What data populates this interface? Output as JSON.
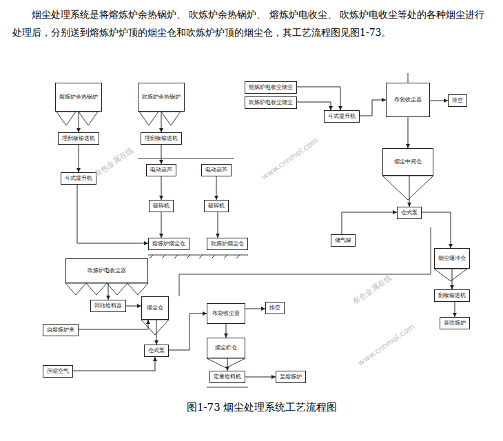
{
  "diagram": {
    "caption": "图1-73 烟尘处理系统工艺流程图",
    "nodes": [
      {
        "text": [
          "熔炼炉余热锅炉"
        ]
      },
      {
        "text": [
          "吹炼炉余热锅炉"
        ]
      },
      {
        "text": [
          "熔炼炉电收尘烟尘"
        ]
      },
      {
        "text": [
          "吹炼炉电收尘烟尘"
        ]
      },
      {
        "text": [
          "布袋收尘器"
        ]
      },
      {
        "text": [
          "排空"
        ]
      },
      {
        "text": [
          "斗式提升机"
        ]
      },
      {
        "text": [
          "埋刮板输送机"
        ]
      },
      {
        "text": [
          "埋刮板输送机"
        ]
      },
      {
        "text": [
          "烟尘中间仓"
        ]
      },
      {
        "text": [
          "电动葫芦"
        ]
      },
      {
        "text": [
          "电动葫芦"
        ]
      },
      {
        "text": [
          "斗式提升机"
        ]
      },
      {
        "text": [
          "破碎机"
        ]
      },
      {
        "text": [
          "破碎机"
        ]
      },
      {
        "text": [
          "仓式泵"
        ]
      },
      {
        "text": [
          "熔炼炉烟尘仓"
        ]
      },
      {
        "text": [
          "吹炼炉烟尘仓"
        ]
      },
      {
        "text": [
          "储气罐"
        ]
      },
      {
        "text": [
          "烟尘缓冲仓"
        ]
      },
      {
        "text": [
          "吹炼炉电收尘器"
        ]
      },
      {
        "text": [
          "刮板输送机"
        ]
      },
      {
        "text": [
          "烟尘仓"
        ]
      },
      {
        "text": [
          "回转给料器"
        ]
      },
      {
        "text": [
          "布袋收尘器"
        ]
      },
      {
        "text": [
          "排空"
        ]
      },
      {
        "text": [
          "至吹炼炉"
        ]
      },
      {
        "text": [
          "自熔炼炉来"
        ]
      },
      {
        "text": [
          "仓式泵"
        ]
      },
      {
        "text": [
          "烟尘贮仓"
        ]
      },
      {
        "text": [
          "压缩空气"
        ]
      },
      {
        "text": [
          "定量给料机"
        ]
      },
      {
        "text": [
          "至熔炼炉"
        ]
      }
    ],
    "edges": [
      {
        "from": 0,
        "to": 7,
        "arrow": "to"
      },
      {
        "from": 1,
        "to": 8,
        "arrow": "to"
      },
      {
        "from": 7,
        "to": 12,
        "arrow": "to"
      },
      {
        "from": 12,
        "to": 16,
        "arrow": "to"
      },
      {
        "from": 8,
        "to": 10,
        "arrow": "to"
      },
      {
        "from": 10,
        "to": 13,
        "arrow": "to"
      },
      {
        "from": 13,
        "to": 16,
        "arrow": "to"
      },
      {
        "from": 11,
        "to": 14,
        "arrow": "to"
      },
      {
        "from": 14,
        "to": 17,
        "arrow": "to"
      },
      {
        "from": 2,
        "to": 6,
        "arrow": "to"
      },
      {
        "from": 3,
        "to": 6,
        "arrow": "to"
      },
      {
        "from": 6,
        "to": 4,
        "arrow": "to"
      },
      {
        "from": 4,
        "to": 5,
        "arrow": "to"
      },
      {
        "from": 4,
        "to": 9,
        "arrow": "to"
      },
      {
        "from": 9,
        "to": 15,
        "arrow": "to"
      },
      {
        "from": 15,
        "to": 19,
        "arrow": "to"
      },
      {
        "from": 18,
        "to": 15,
        "arrow": "to"
      },
      {
        "from": 19,
        "to": 21,
        "arrow": "to"
      },
      {
        "from": 21,
        "to": 26,
        "arrow": "to"
      },
      {
        "from": 20,
        "to": 23,
        "arrow": "to"
      },
      {
        "from": 23,
        "to": 22,
        "arrow": "to"
      },
      {
        "from": 22,
        "to": 28,
        "arrow": "to"
      },
      {
        "from": 27,
        "to": 22,
        "arrow": "to"
      },
      {
        "from": 30,
        "to": 28,
        "arrow": "to"
      },
      {
        "from": 28,
        "to": 24,
        "arrow": "to"
      },
      {
        "from": 24,
        "to": 25,
        "arrow": "to"
      },
      {
        "from": 24,
        "to": 29,
        "arrow": "to"
      },
      {
        "from": 29,
        "to": 31,
        "arrow": "to"
      },
      {
        "from": 31,
        "to": 32,
        "arrow": "to"
      }
    ],
    "labels": [
      "烟尘处理系统是将熔炼炉余热锅炉、 吹炼炉余热锅炉、 熔炼炉电收尘、 吹炼炉电收尘等处的各种烟尘进行处理后，分别送到熔炼炉炉顶的烟尘仓和吹炼炉炉顶的烟尘仓，其工艺流程图见图1-73。",
      "有色金属在线",
      "www.cnnmol.com",
      "有色金属在线",
      "www.cnnmol.com"
    ]
  }
}
